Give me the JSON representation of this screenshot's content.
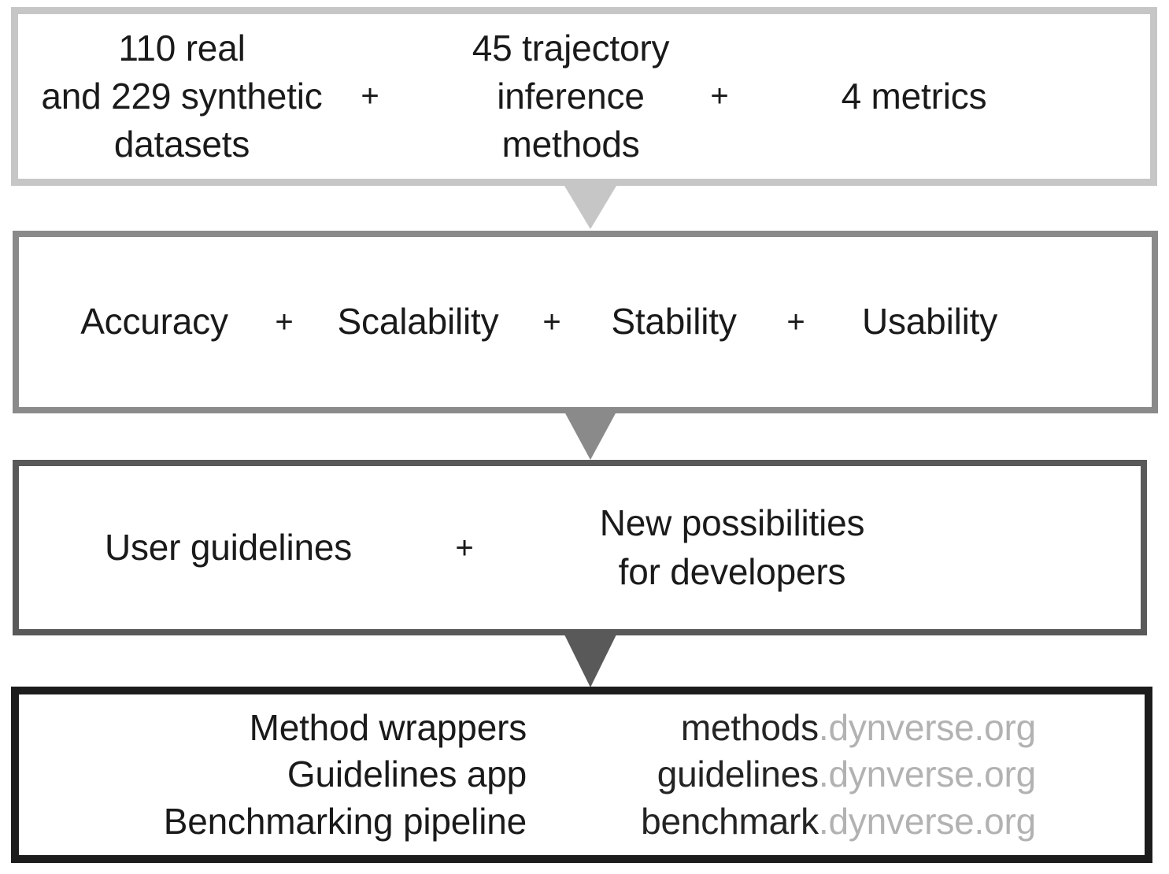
{
  "diagram": {
    "title": "dynverse benchmarking overview flow diagram",
    "colors": {
      "stage1_border": "#c6c6c6",
      "stage2_border": "#8a8a8a",
      "stage3_border": "#595959",
      "stage4_border": "#1c1c1c",
      "text": "#1a1a1a",
      "url_subdomain": "#242424",
      "url_domain": "#b2b2b2",
      "background": "#ffffff"
    },
    "operator": "+",
    "stages": [
      {
        "id": "inputs",
        "items": [
          "110 real\nand 229 synthetic\ndatasets",
          "45 trajectory\ninference\nmethods",
          "4 metrics"
        ]
      },
      {
        "id": "criteria",
        "items": [
          "Accuracy",
          "Scalability",
          "Stability",
          "Usability"
        ]
      },
      {
        "id": "outcomes",
        "items": [
          "User guidelines",
          "New possibilities\nfor developers"
        ]
      },
      {
        "id": "resources",
        "products": [
          "Method wrappers",
          "Guidelines app",
          "Benchmarking pipeline"
        ],
        "urls": [
          {
            "subdomain": "methods",
            "domain": ".dynverse.org"
          },
          {
            "subdomain": "guidelines",
            "domain": ".dynverse.org"
          },
          {
            "subdomain": "benchmark",
            "domain": ".dynverse.org"
          }
        ]
      }
    ]
  }
}
